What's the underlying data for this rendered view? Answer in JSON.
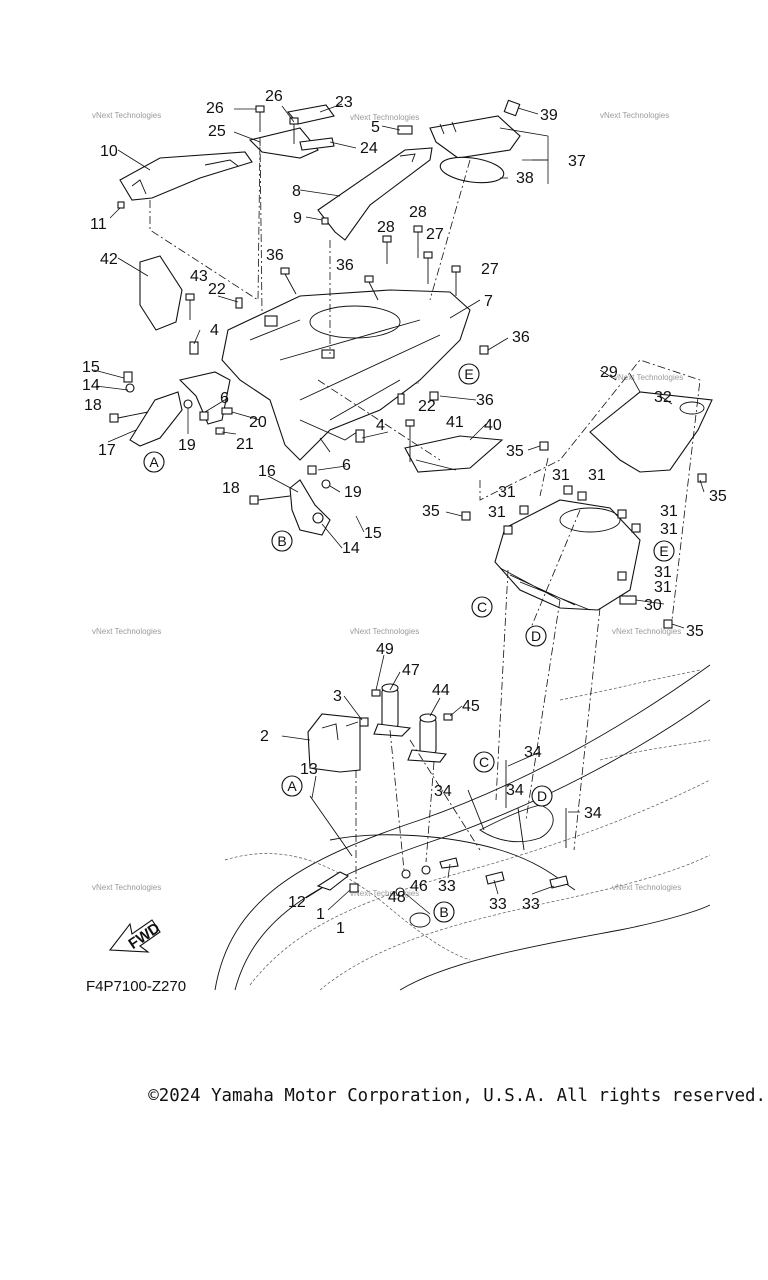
{
  "diagram": {
    "code": "F4P7100-Z270",
    "fwd_label": "FWD",
    "watermark": "vNext Technologies",
    "callouts": [
      "A",
      "B",
      "C",
      "D",
      "E"
    ],
    "parts": [
      "1",
      "2",
      "3",
      "4",
      "5",
      "6",
      "7",
      "8",
      "9",
      "10",
      "11",
      "12",
      "13",
      "14",
      "15",
      "16",
      "17",
      "18",
      "19",
      "20",
      "21",
      "22",
      "23",
      "24",
      "25",
      "26",
      "27",
      "28",
      "29",
      "30",
      "31",
      "32",
      "33",
      "34",
      "35",
      "36",
      "37",
      "38",
      "39",
      "40",
      "41",
      "42",
      "43",
      "44",
      "45",
      "46",
      "47",
      "48",
      "49"
    ]
  },
  "footer": {
    "copyright": "©2024 Yamaha Motor Corporation, U.S.A. All rights reserved."
  }
}
